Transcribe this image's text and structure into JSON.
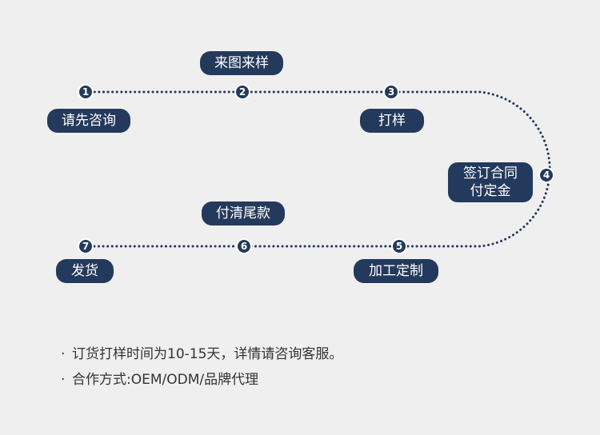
{
  "colors": {
    "background": "#efeff0",
    "node_fill": "#243a5c",
    "path_dots": "#243a5c",
    "label_text": "#ffffff",
    "note_text": "#333333"
  },
  "steps": [
    {
      "number": "1",
      "label": "请先咨询"
    },
    {
      "number": "2",
      "label": "来图来样"
    },
    {
      "number": "3",
      "label": "打样"
    },
    {
      "number": "4",
      "label_line1": "签订合同",
      "label_line2": "付定金"
    },
    {
      "number": "5",
      "label": "加工定制"
    },
    {
      "number": "6",
      "label": "付清尾款"
    },
    {
      "number": "7",
      "label": "发货"
    }
  ],
  "notes": {
    "bullet": "·",
    "items": [
      "订货打样时间为10-15天，详情请咨询客服。",
      "合作方式:OEM/ODM/品牌代理"
    ]
  }
}
